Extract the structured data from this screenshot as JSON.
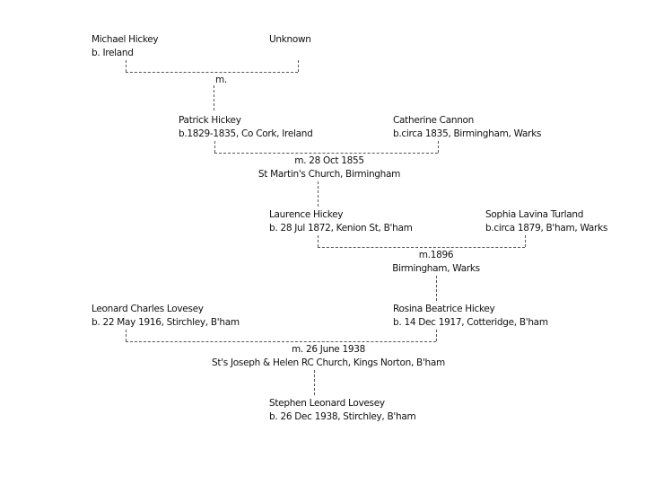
{
  "generation1": {
    "father": {
      "name": "Michael Hickey",
      "detail": "b. Ireland"
    },
    "mother": {
      "name": "Unknown"
    },
    "marriage": {
      "line1": "m."
    }
  },
  "generation2": {
    "father": {
      "name": "Patrick Hickey",
      "detail": "b.1829-1835, Co Cork, Ireland"
    },
    "mother": {
      "name": "Catherine Cannon",
      "detail": "b.circa 1835, Birmingham, Warks"
    },
    "marriage": {
      "line1": "m. 28 Oct 1855",
      "line2": "St Martin's Church, Birmingham"
    }
  },
  "generation3": {
    "father": {
      "name": "Laurence Hickey",
      "detail": "b. 28 Jul 1872, Kenion St, B'ham"
    },
    "mother": {
      "name": "Sophia Lavina Turland",
      "detail": "b.circa 1879, B'ham, Warks"
    },
    "marriage": {
      "line1": "m.1896",
      "line2": "Birmingham, Warks"
    }
  },
  "generation4": {
    "father": {
      "name": "Leonard Charles Lovesey",
      "detail": "b. 22 May 1916, Stirchley, B'ham"
    },
    "mother": {
      "name": "Rosina Beatrice Hickey",
      "detail": "b. 14 Dec 1917, Cotteridge, B'ham"
    },
    "marriage": {
      "line1": "m. 26 June 1938",
      "line2": "St's Joseph & Helen RC Church, Kings Norton, B'ham"
    }
  },
  "generation5": {
    "child": {
      "name": "Stephen Leonard Lovesey",
      "detail": "b. 26 Dec 1938, Stirchley, B'ham"
    }
  }
}
